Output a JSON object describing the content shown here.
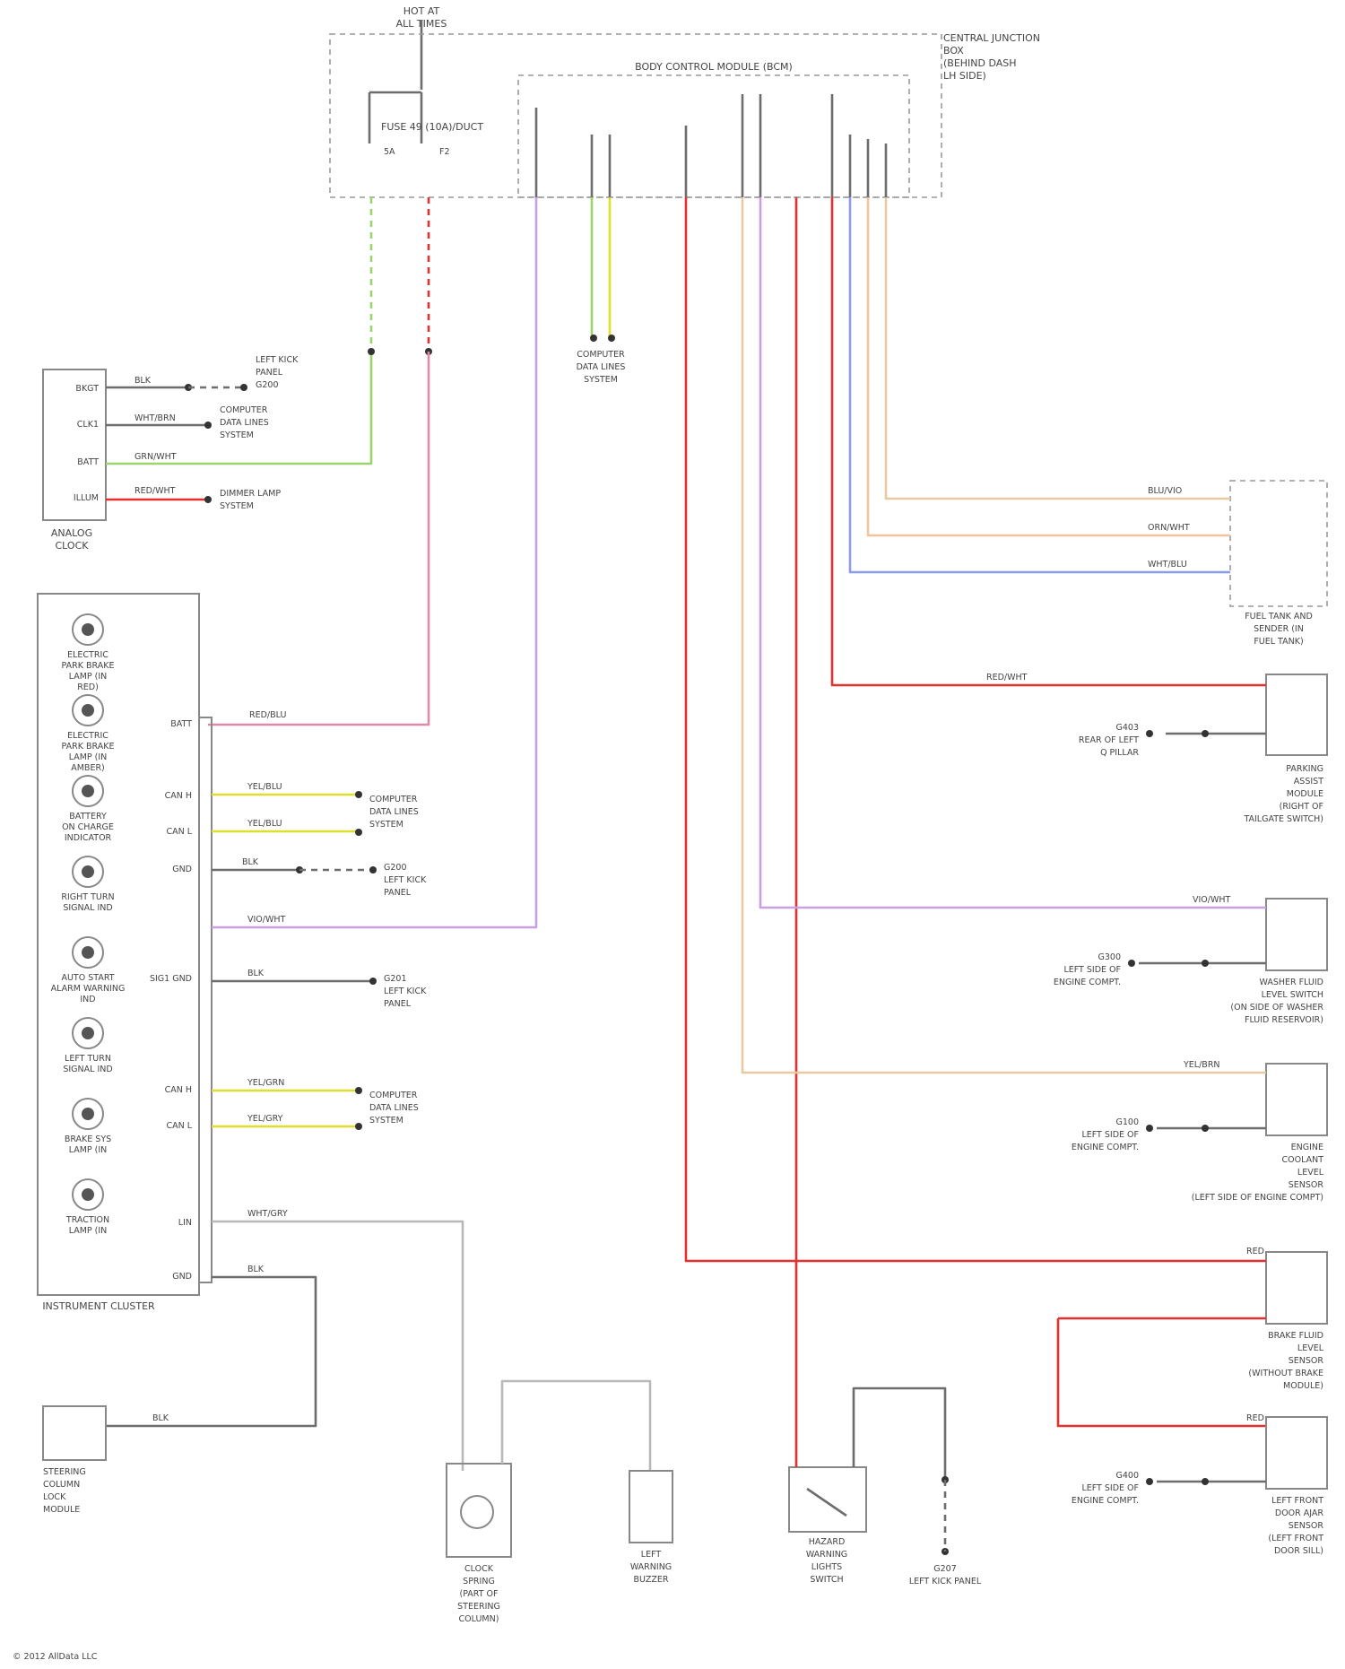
{
  "top_feed": {
    "line1": "HOT AT",
    "line2": "ALL TIMES"
  },
  "modules": {
    "central_junction": {
      "line1": "CENTRAL JUNCTION",
      "line2": "BOX",
      "line3": "(BEHIND DASH",
      "line4": "LH SIDE)"
    },
    "body_control": {
      "title": "BODY CONTROL MODULE (BCM)"
    },
    "fuse": {
      "label": "FUSE 49 (10A)/DUCT",
      "pin_a": "5A",
      "pin_b": "F2"
    }
  },
  "analog_clock": {
    "line1": "ANALOG",
    "line2": "CLOCK",
    "pins": [
      "BKGT",
      "CLK1",
      "BATT",
      "ILLUM"
    ]
  },
  "instrument_cluster": {
    "title": "INSTRUMENT CLUSTER",
    "indicators": [
      {
        "line1": "ELECTRIC",
        "line2": "PARK BRAKE",
        "line3": "LAMP (IN",
        "line4": "RED)"
      },
      {
        "line1": "ELECTRIC",
        "line2": "PARK BRAKE",
        "line3": "LAMP (IN",
        "line4": "AMBER)"
      },
      {
        "line1": "BATTERY",
        "line2": "ON CHARGE",
        "line3": "INDICATOR",
        "line4": ""
      },
      {
        "line1": "RIGHT TURN",
        "line2": "SIGNAL IND",
        "line3": "",
        "line4": ""
      },
      {
        "line1": "AUTO START",
        "line2": "ALARM WARNING",
        "line3": "IND",
        "line4": ""
      },
      {
        "line1": "LEFT TURN",
        "line2": "SIGNAL IND",
        "line3": "",
        "line4": ""
      },
      {
        "line1": "BRAKE SYS",
        "line2": "LAMP (IN",
        "line3": "",
        "line4": ""
      },
      {
        "line1": "TRACTION",
        "line2": "LAMP (IN",
        "line3": "",
        "line4": ""
      }
    ],
    "pins": [
      "BATT",
      "CAN H",
      "CAN L",
      "GND",
      "SIG1 GND",
      "CAN H",
      "CAN L",
      "LIN",
      "GND"
    ]
  },
  "wire_colors": {
    "clock_gnd": "BLK",
    "clock_can": "WHT/BRN",
    "clock_batt": "GRN/WHT",
    "clock_illum": "RED/WHT",
    "cluster_batt": "RED/BLU",
    "cluster_can1": "YEL/BLU",
    "cluster_can2": "YEL/BLU",
    "cluster_gnd": "BLK",
    "cluster_violet": "VIO/WHT",
    "cluster_sig": "BLK",
    "cluster_can3": "YEL/GRN",
    "cluster_can4": "YEL/GRY",
    "cluster_lin": "WHT/GRY",
    "cluster_last": "BLK",
    "steer_gnd": "BLK",
    "fuel1": "BLU/VIO",
    "fuel2": "ORN/WHT",
    "fuel3": "WHT/BLU",
    "parking": "RED/WHT",
    "washer": "VIO/WHT",
    "engine": "YEL/BRN",
    "door1": "RED",
    "door2": "RED"
  },
  "callouts": {
    "clock_left_kick": {
      "line1": "LEFT KICK",
      "line2": "PANEL",
      "line3": "G200"
    },
    "clock_computer1": {
      "line1": "COMPUTER",
      "line2": "DATA LINES",
      "line3": "SYSTEM"
    },
    "clock_dimmer": {
      "line1": "DIMMER LAMP",
      "line2": "SYSTEM"
    },
    "bcm_data": {
      "line1": "COMPUTER",
      "line2": "DATA LINES",
      "line3": "SYSTEM"
    },
    "cl_data1": {
      "line1": "COMPUTER",
      "line2": "DATA LINES",
      "line3": "SYSTEM"
    },
    "cl_g200": {
      "line1": "G200",
      "line2": "LEFT KICK",
      "line3": "PANEL"
    },
    "cl_g201": {
      "line1": "G201",
      "line2": "LEFT KICK",
      "line3": "PANEL"
    },
    "cl_data2": {
      "line1": "COMPUTER",
      "line2": "DATA LINES",
      "line3": "SYSTEM"
    },
    "parking_g": {
      "line1": "G403",
      "line2": "REAR OF LEFT",
      "line3": "Q PILLAR"
    },
    "washer_g": {
      "line1": "G300",
      "line2": "LEFT SIDE OF",
      "line3": "ENGINE COMPT."
    },
    "engine_g": {
      "line1": "G100",
      "line2": "LEFT SIDE OF",
      "line3": "ENGINE COMPT."
    },
    "door_g": {
      "line1": "G400",
      "line2": "LEFT SIDE OF",
      "line3": "ENGINE COMPT."
    },
    "ground_g": {
      "line1": "G207",
      "line2": "LEFT KICK PANEL"
    }
  },
  "components": {
    "fuel_sender": {
      "line1": "FUEL TANK AND",
      "line2": "SENDER (IN",
      "line3": "FUEL TANK)"
    },
    "parking_sw": {
      "line1": "PARKING",
      "line2": "ASSIST",
      "line3": "MODULE",
      "line4": "(RIGHT OF",
      "line5": "TAILGATE SWITCH)"
    },
    "washer_sw": {
      "line1": "WASHER FLUID",
      "line2": "LEVEL SWITCH",
      "line3": "(ON SIDE OF WASHER",
      "line4": "FLUID RESERVOIR)"
    },
    "engine_sw": {
      "line1": "ENGINE",
      "line2": "COOLANT",
      "line3": "LEVEL",
      "line4": "SENSOR",
      "line5": "(LEFT SIDE OF ENGINE COMPT)"
    },
    "brake_sw1": {
      "line1": "BRAKE FLUID",
      "line2": "LEVEL",
      "line3": "SENSOR",
      "line4": "(WITHOUT BRAKE",
      "line5": "MODULE)"
    },
    "brake_sw2": {
      "line1": "LEFT FRONT",
      "line2": "DOOR AJAR",
      "line3": "SENSOR",
      "line4": "(LEFT FRONT",
      "line5": "DOOR SILL)"
    },
    "steering_module": {
      "line1": "STEERING",
      "line2": "COLUMN",
      "line3": "LOCK",
      "line4": "MODULE"
    },
    "clock_spring": {
      "line1": "CLOCK",
      "line2": "SPRING",
      "line3": "(PART OF",
      "line4": "STEERING",
      "line5": "COLUMN)"
    },
    "left_warning": {
      "line1": "LEFT",
      "line2": "WARNING",
      "line3": "BUZZER"
    },
    "hazard_switch": {
      "line1": "HAZARD",
      "line2": "WARNING",
      "line3": "LIGHTS",
      "line4": "SWITCH"
    }
  },
  "footer": {
    "credit": "© 2012 AllData LLC"
  }
}
